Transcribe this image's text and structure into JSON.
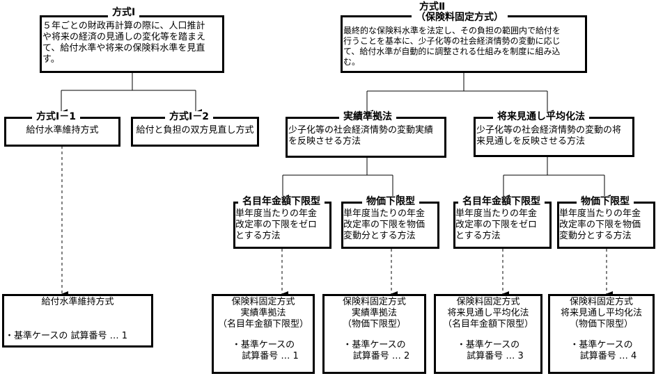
{
  "method1": {
    "title": "方式Ⅰ",
    "lines": [
      "５年ごとの財政再計算の際に、人口推計",
      "や将来の経済の見通しの変化等を踏まえ",
      "て、給付水準や将来の保険料水準を見直",
      "す。"
    ]
  },
  "method2": {
    "title_line1": "方式Ⅱ",
    "title_line2": "（保険料固定方式）",
    "lines": [
      "最終的な保険料水準を法定し、その負担の範囲内で給付を",
      "行うことを基本に、少子化等の社会経済情勢の変動に応じ",
      "て、給付水準が自動的に調整される仕組みを制度に組み込",
      "む。"
    ]
  },
  "method1_1": {
    "title": "方式Ⅰ－1",
    "body": "給付水準維持方式"
  },
  "method1_2": {
    "title": "方式Ⅰ－2",
    "body": "給付と負担の双方見直し方式"
  },
  "actual": {
    "title": "実績準拠法",
    "lines": [
      "少子化等の社会経済情勢の変動実績",
      "を反映させる方法"
    ]
  },
  "future": {
    "title": "将来見通し平均化法",
    "lines": [
      "少子化等の社会経済情勢の変動の将",
      "来見通しを反映させる方法"
    ]
  },
  "sub": {
    "nominal_title": "名目年金額下限型",
    "nominal_lines": [
      "単年度当たりの年金",
      "改定率の下限をゼロ",
      "とする方法"
    ],
    "price_title": "物価下限型",
    "price_lines": [
      "単年度当たりの年金",
      "改定率の下限を物価",
      "変動分とする方法"
    ]
  },
  "results": [
    {
      "lines": [
        "給付水準維持方式"
      ],
      "case_label": "・基準ケースの 試算番号 … 1"
    },
    {
      "lines": [
        "保険料固定方式",
        "実績準拠法",
        "（名目年金額下限型）"
      ],
      "case_line1": "・基準ケースの",
      "case_line2": "試算番号 … 1"
    },
    {
      "lines": [
        "保険料固定方式",
        "実績準拠法",
        "（物価下限型）"
      ],
      "case_line1": "・基準ケースの",
      "case_line2": "試算番号 … 2"
    },
    {
      "lines": [
        "保険料固定方式",
        "将来見通し平均化法",
        "（名目年金額下限型）"
      ],
      "case_line1": "・基準ケースの",
      "case_line2": "試算番号 … 3"
    },
    {
      "lines": [
        "保険料固定方式",
        "将来見通し平均化法",
        "（物価下限型）"
      ],
      "case_line1": "・基準ケースの",
      "case_line2": "試算番号 … 4"
    }
  ]
}
